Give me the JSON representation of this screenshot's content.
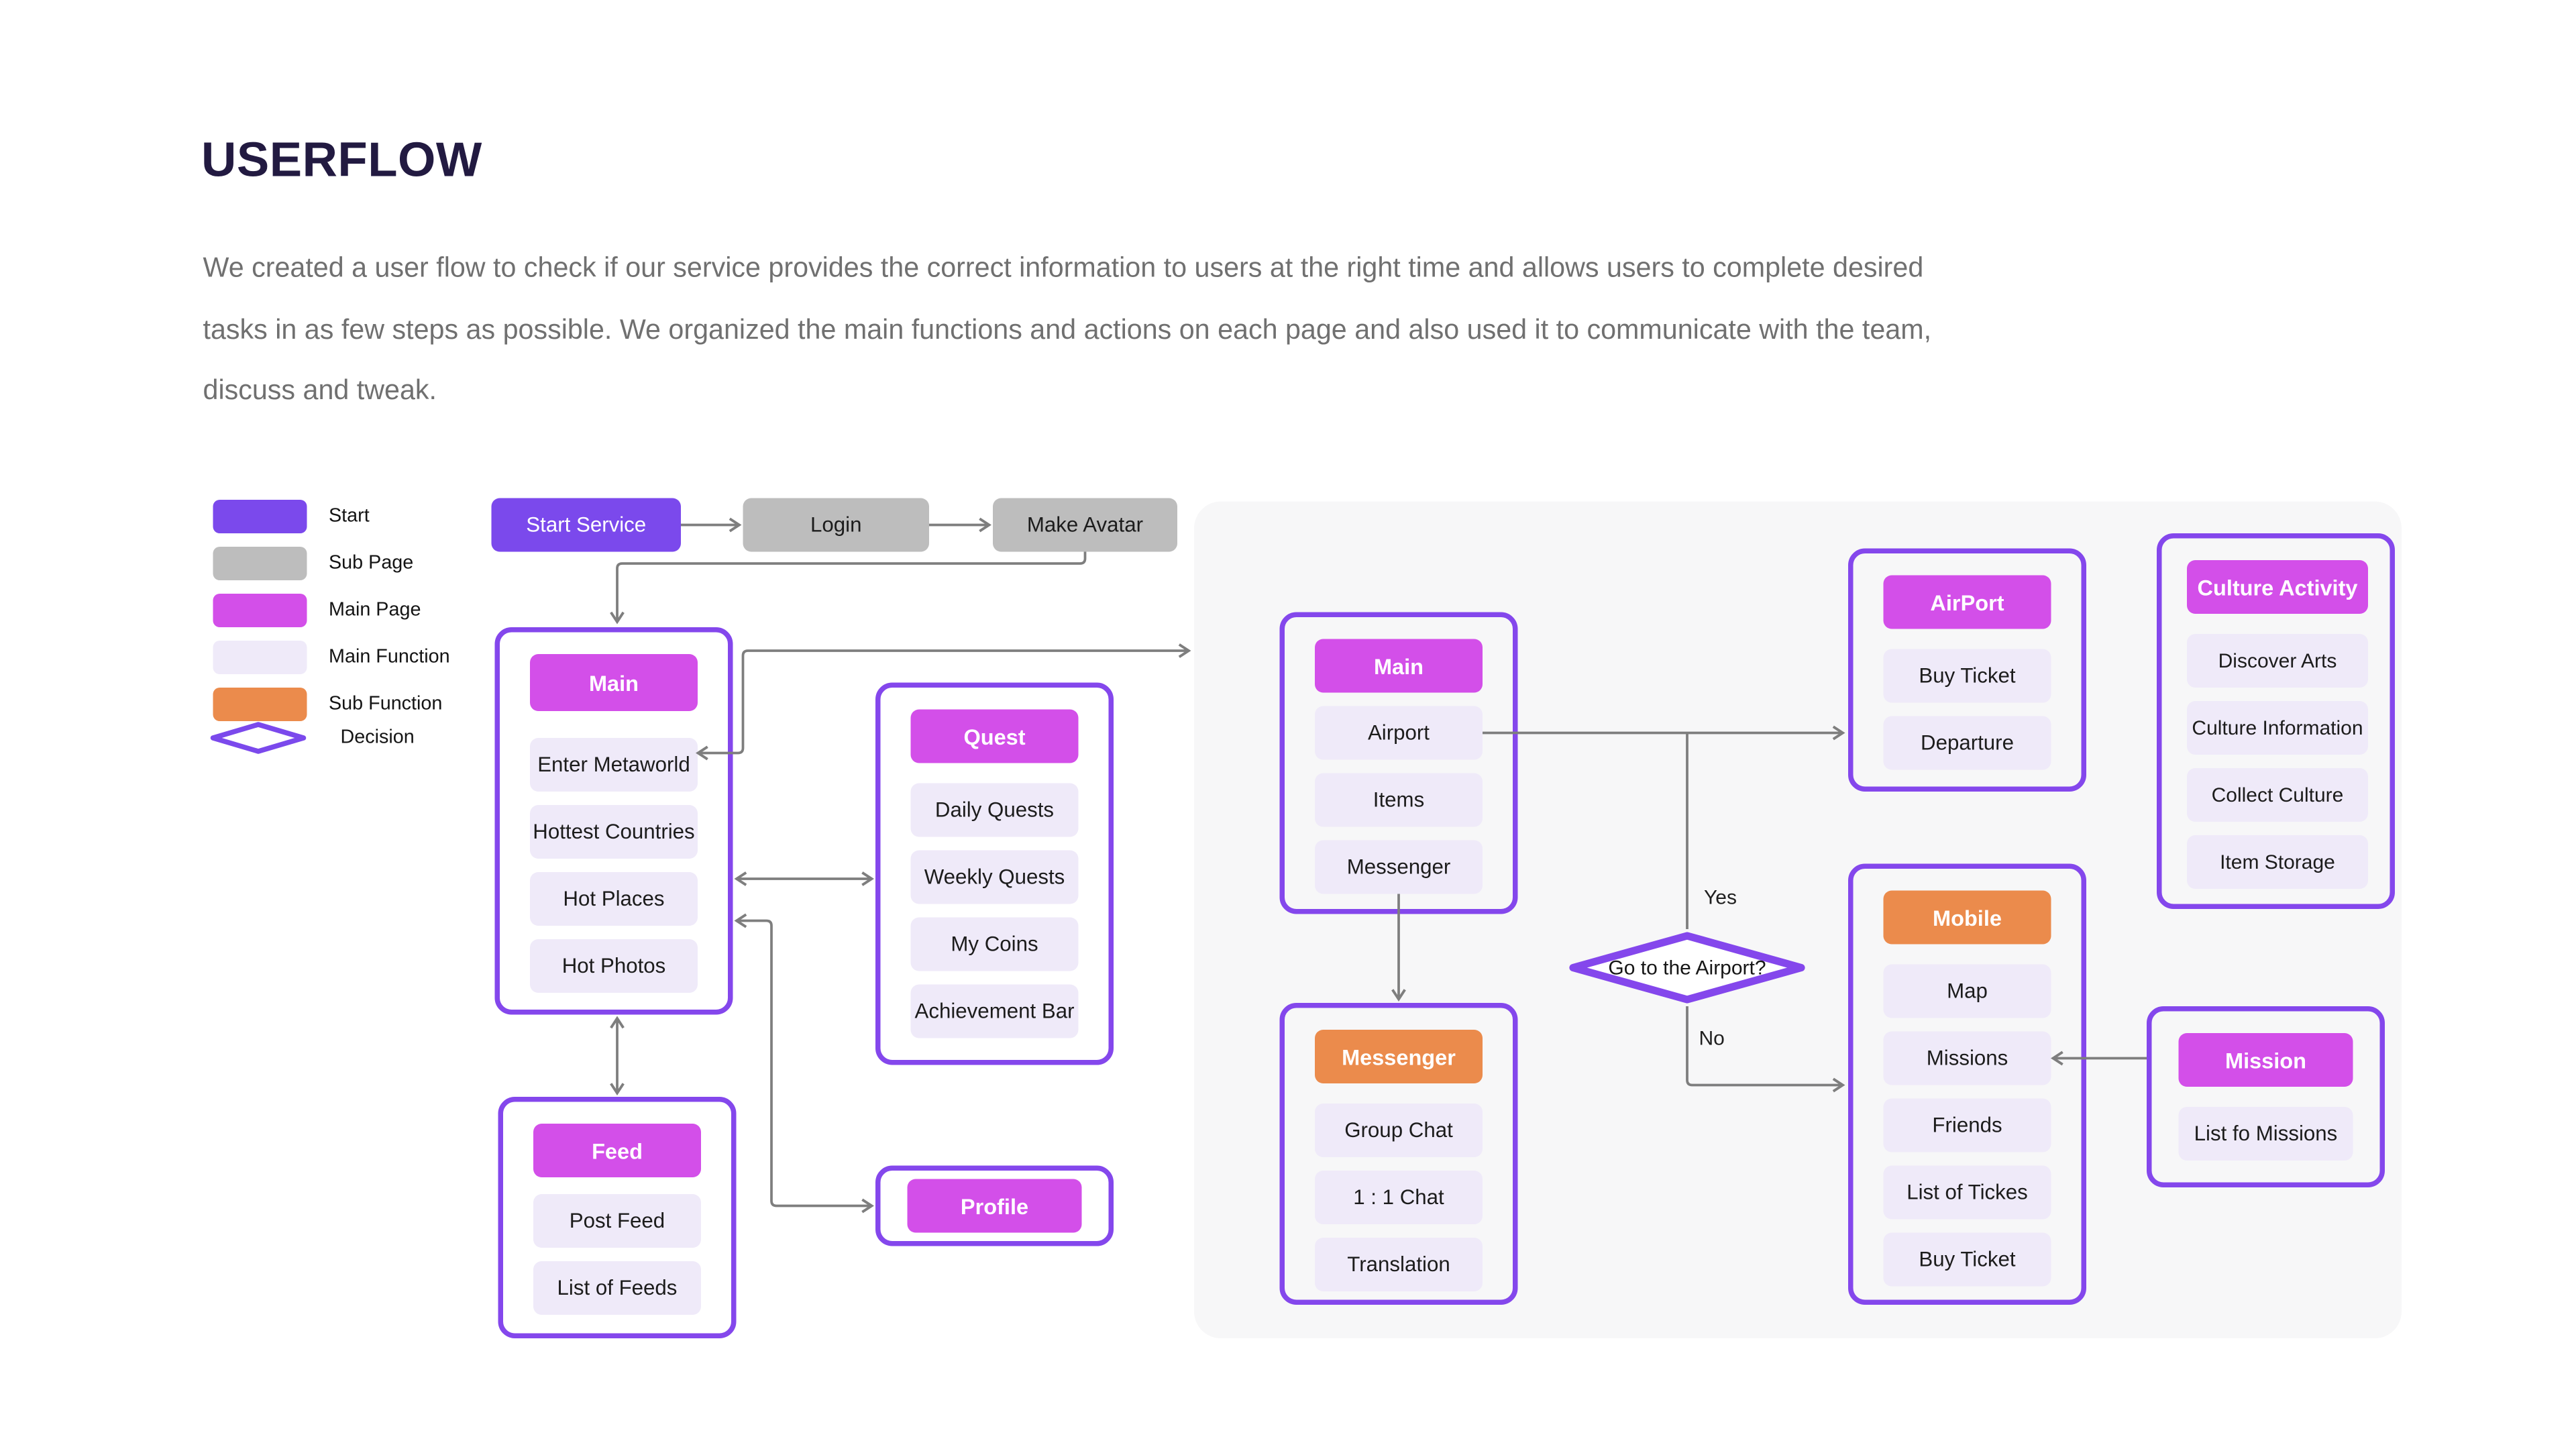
{
  "page": {
    "title": "USERFLOW",
    "description_lines": [
      "We created a user flow to check if our service provides the correct information to users at the right time and allows users to complete desired",
      "tasks in as few steps as possible. We organized the main functions and actions on each page and also used it to communicate with the team,",
      "discuss and tweak."
    ]
  },
  "legend": {
    "items": [
      {
        "label": "Start",
        "color": "#7B49EC"
      },
      {
        "label": "Sub Page",
        "color": "#BDBDBD"
      },
      {
        "label": "Main Page",
        "color": "#D34FE9"
      },
      {
        "label": "Main Function",
        "color": "#EFEAF9"
      },
      {
        "label": "Sub Function",
        "color": "#EB8B4C"
      },
      {
        "label": "Decision",
        "color": "#8447EC"
      }
    ]
  },
  "flow": {
    "start_service": "Start Service",
    "login": "Login",
    "make_avatar": "Make Avatar"
  },
  "boxes": {
    "main_left": {
      "title": "Main",
      "rows": [
        "Enter Metaworld",
        "Hottest Countries",
        "Hot Places",
        "Hot Photos"
      ]
    },
    "quest": {
      "title": "Quest",
      "rows": [
        "Daily Quests",
        "Weekly Quests",
        "My Coins",
        "Achievement Bar"
      ]
    },
    "feed": {
      "title": "Feed",
      "rows": [
        "Post Feed",
        "List of Feeds"
      ]
    },
    "profile": {
      "title": "Profile",
      "rows": []
    },
    "main_meta": {
      "title": "Main",
      "rows": [
        "Airport",
        "Items",
        "Messenger"
      ]
    },
    "messenger": {
      "title": "Messenger",
      "rows": [
        "Group Chat",
        "1 : 1 Chat",
        "Translation"
      ]
    },
    "airport": {
      "title": "AirPort",
      "rows": [
        "Buy Ticket",
        "Departure"
      ]
    },
    "mobile": {
      "title": "Mobile",
      "rows": [
        "Map",
        "Missions",
        "Friends",
        "List of Tickes",
        "Buy Ticket"
      ]
    },
    "mission": {
      "title": "Mission",
      "rows": [
        "List fo Missions"
      ]
    },
    "culture": {
      "title": "Culture Activity",
      "rows": [
        "Discover Arts",
        "Culture Information",
        "Collect Culture",
        "Item Storage"
      ]
    }
  },
  "decision": {
    "question": "Go to the Airport?",
    "yes_label": "Yes",
    "no_label": "No"
  },
  "connections": [
    {
      "from": "Start Service",
      "to": "Login",
      "arrows": "end"
    },
    {
      "from": "Login",
      "to": "Make Avatar",
      "arrows": "end"
    },
    {
      "from": "Make Avatar",
      "to": "Main (left)",
      "arrows": "end"
    },
    {
      "from": "Enter Metaworld",
      "to": "Metaworld panel",
      "arrows": "both"
    },
    {
      "from": "Main (left)",
      "to": "Quest",
      "arrows": "both"
    },
    {
      "from": "Main (left)",
      "to": "Feed",
      "arrows": "both"
    },
    {
      "from": "Main (left)",
      "to": "Profile",
      "arrows": "both"
    },
    {
      "from": "Airport row",
      "to": "AirPort box",
      "arrows": "end"
    },
    {
      "from": "Airport line",
      "to": "Go to the Airport?",
      "arrows": "none",
      "label": "Yes"
    },
    {
      "from": "Go to the Airport?",
      "to": "Mobile",
      "arrows": "end",
      "label": "No"
    },
    {
      "from": "Messenger row",
      "to": "Messenger box",
      "arrows": "end"
    },
    {
      "from": "Mission",
      "to": "Missions row",
      "arrows": "end"
    }
  ],
  "colors": {
    "start": "#7B49EC",
    "sub_page": "#BDBDBD",
    "main_page": "#D34FE9",
    "main_function": "#EFEAF9",
    "sub_function": "#EB8B4C",
    "box_border": "#8447EC",
    "panel_background": "#F7F7F8",
    "arrow": "#7e7e7e"
  }
}
